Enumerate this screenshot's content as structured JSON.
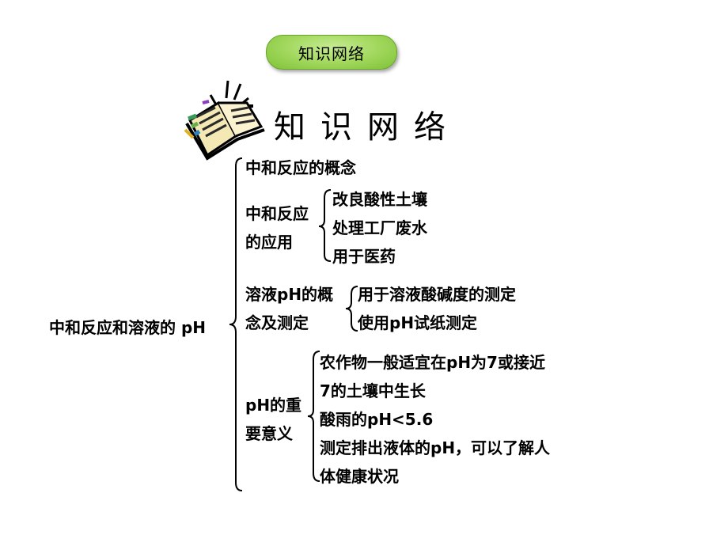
{
  "header_badge": "知识网络",
  "title": "知识网络",
  "root": "中和反应和溶液的 pH",
  "branches": {
    "concept": "中和反应的概念",
    "application": {
      "label_line1": "中和反应",
      "label_line2": "的应用",
      "items": [
        "改良酸性土壤",
        "处理工厂废水",
        "用于医药"
      ]
    },
    "ph_concept": {
      "label_line1": "溶液pH的概",
      "label_line2": "念及测定",
      "items": [
        "用于溶液酸碱度的测定",
        "使用pH试纸测定"
      ]
    },
    "ph_significance": {
      "label_line1": "pH的重",
      "label_line2": "要意义",
      "lines": [
        "农作物一般适宜在pH为7或接近",
        "7的土壤中生长",
        "酸雨的pH<5.6",
        "测定排出液体的pH，可以了解人",
        "体健康状况"
      ]
    }
  }
}
